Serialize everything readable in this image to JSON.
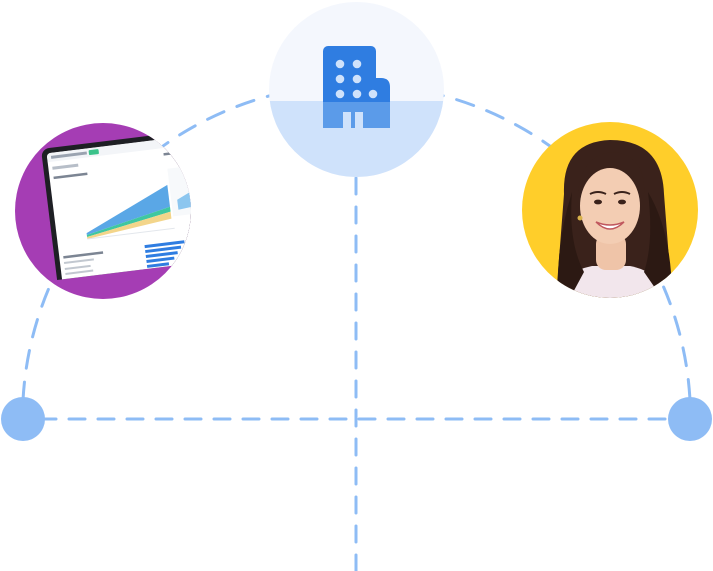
{
  "diagram": {
    "nodes": [
      {
        "id": "building",
        "icon": "building-icon",
        "color": "#2f7de1"
      },
      {
        "id": "dashboard",
        "icon": "laptop-dashboard-icon",
        "color": "#a53db4"
      },
      {
        "id": "person",
        "icon": "person-portrait-icon",
        "color": "#ffce2a"
      }
    ],
    "connector_color": "#8ebcf5"
  }
}
